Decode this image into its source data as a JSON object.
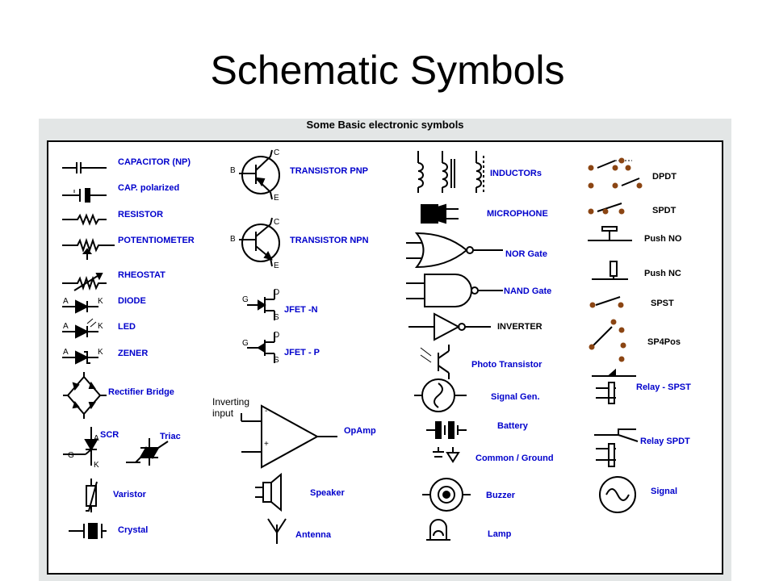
{
  "slide": {
    "title": "Schematic Symbols"
  },
  "chart": {
    "heading": "Some Basic electronic symbols",
    "colors": {
      "label": "#0000cc",
      "contact": "#8b4513",
      "panel": "#e3e6e6",
      "line": "#000000"
    }
  },
  "labels": {
    "capacitor": "CAPACITOR (NP)",
    "cap_polarized": "CAP. polarized",
    "resistor": "RESISTOR",
    "potentiometer": "POTENTIOMETER",
    "rheostat": "RHEOSTAT",
    "diode": "DIODE",
    "led": "LED",
    "zener": "ZENER",
    "rectifier": "Rectifier Bridge",
    "scr": "SCR",
    "triac": "Triac",
    "varistor": "Varistor",
    "crystal": "Crystal",
    "pnp": "TRANSISTOR PNP",
    "npn": "TRANSISTOR NPN",
    "jfet_n": "JFET -N",
    "jfet_p": "JFET - P",
    "inverting": "Inverting",
    "input": "input",
    "opamp": "OpAmp",
    "speaker": "Speaker",
    "antenna": "Antenna",
    "inductors": "INDUCTORs",
    "microphone": "MICROPHONE",
    "nor": "NOR Gate",
    "nand": "NAND Gate",
    "inverter": "INVERTER",
    "phototransistor": "Photo Transistor",
    "signalgen": "Signal Gen.",
    "battery": "Battery",
    "ground": "Common / Ground",
    "buzzer": "Buzzer",
    "lamp": "Lamp",
    "dpdt": "DPDT",
    "spdt": "SPDT",
    "pushno": "Push NO",
    "pushnc": "Push NC",
    "spst": "SPST",
    "sp4pos": "SP4Pos",
    "relayspst": "Relay - SPST",
    "relayspdt": "Relay SPDT",
    "signal": "Signal"
  },
  "pins": {
    "a": "A",
    "k": "K",
    "g": "G",
    "b": "B",
    "c": "C",
    "e": "E",
    "d": "D",
    "s": "S",
    "minus": "-",
    "plus": "+"
  }
}
